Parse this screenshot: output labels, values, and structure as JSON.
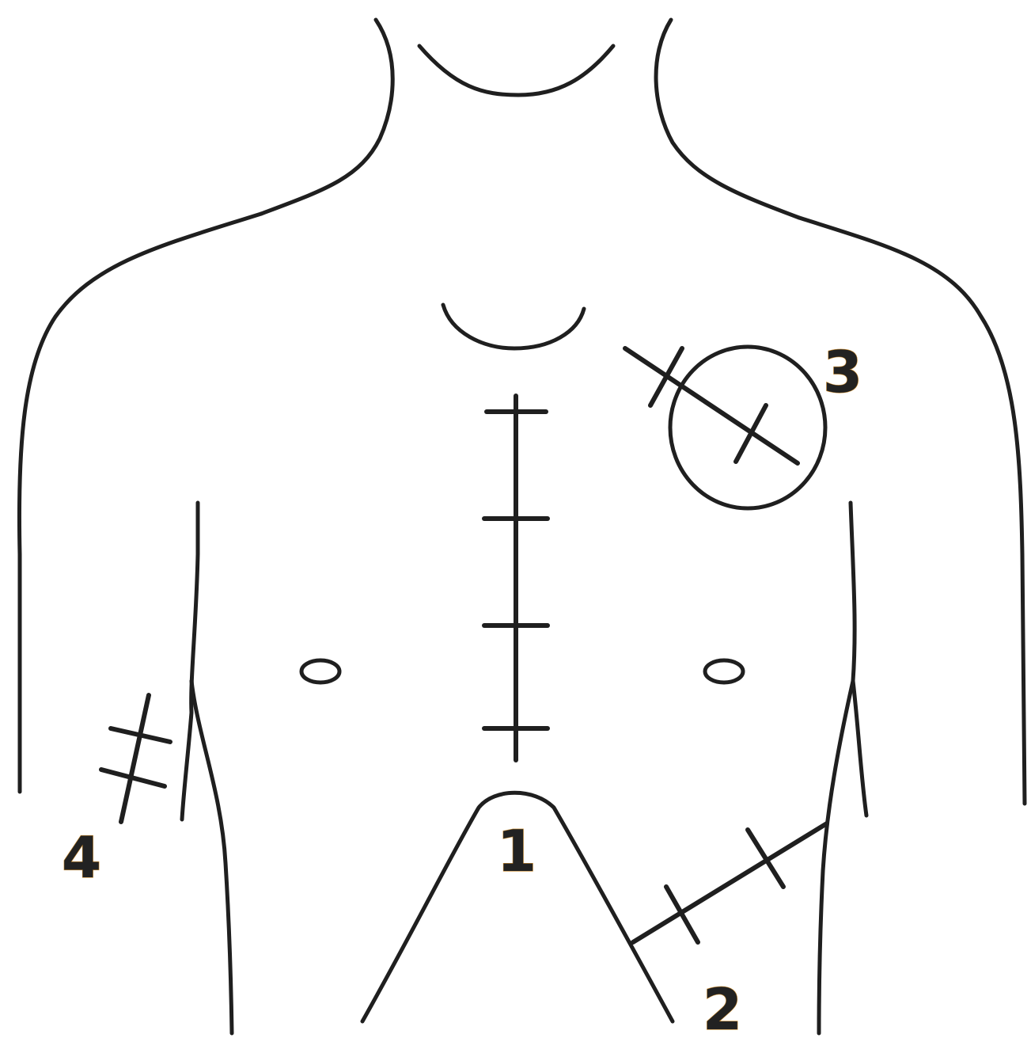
{
  "diagram": {
    "labels": [
      {
        "id": "incision-1",
        "text": "1"
      },
      {
        "id": "incision-2",
        "text": "2"
      },
      {
        "id": "incision-3",
        "text": "3"
      },
      {
        "id": "incision-4",
        "text": "4"
      }
    ],
    "colors": {
      "line": "#1f1f1f",
      "label_fill": "#222222",
      "label_accent": "#c98a2e",
      "background": "#ffffff"
    }
  }
}
